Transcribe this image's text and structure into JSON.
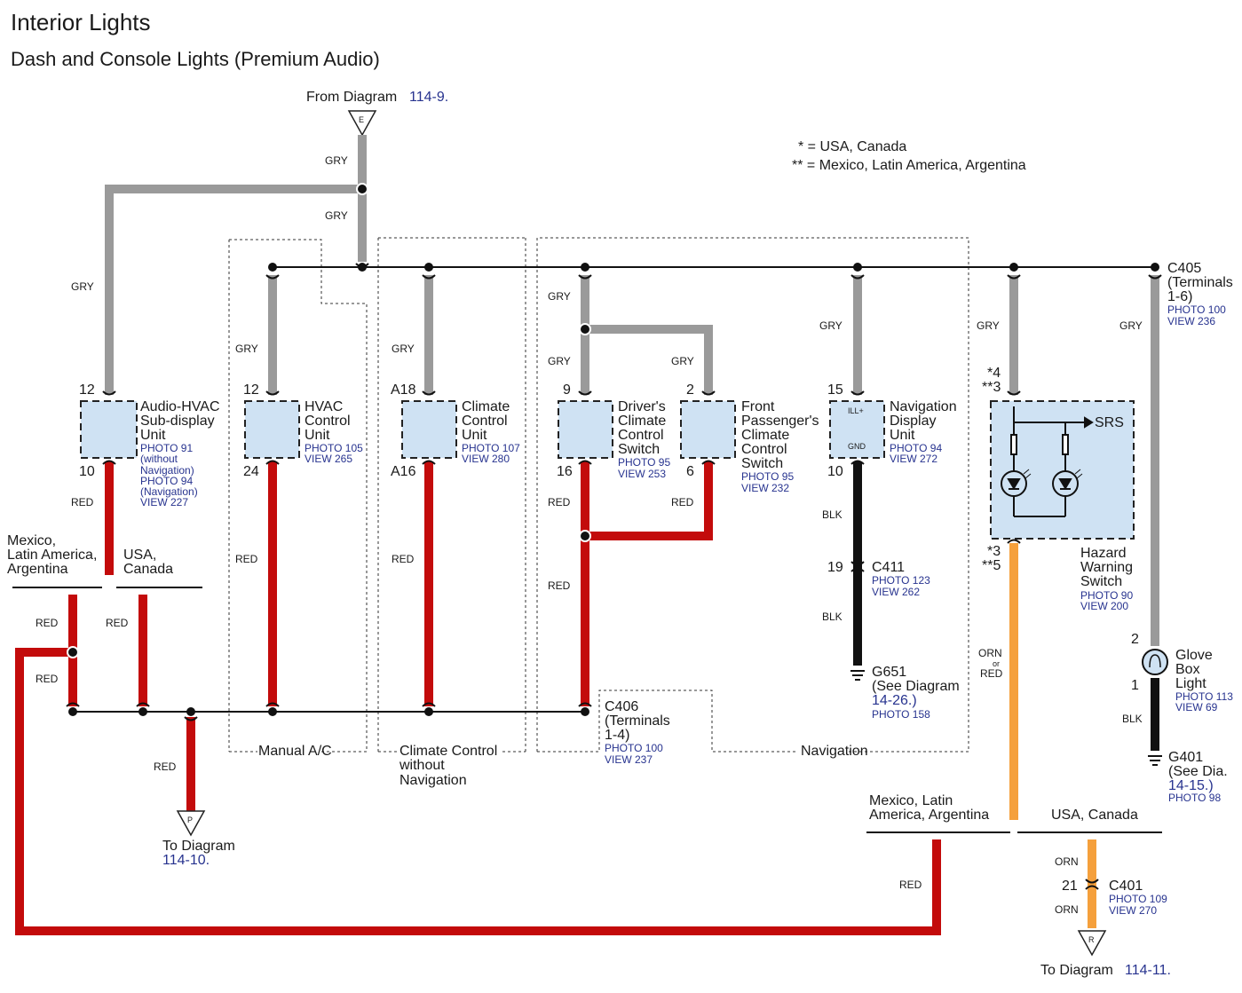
{
  "header": {
    "title": "Interior Lights",
    "subtitle": "Dash and Console Lights (Premium Audio)"
  },
  "notes": {
    "line1": "* = USA, Canada",
    "line2": "** = Mexico, Latin America, Argentina"
  },
  "connectors_offpage": {
    "from_e": {
      "prefix": "From Diagram",
      "link": "114-9.",
      "letter": "E"
    },
    "to_p": {
      "prefix": "To Diagram",
      "link": "114-10.",
      "letter": "P"
    },
    "to_r": {
      "prefix": "To Diagram",
      "link": "114-11.",
      "letter": "R"
    }
  },
  "wire_colors": {
    "gry": "#9a9a9a",
    "red": "#c30b0b",
    "blk": "#111111",
    "orn": "#f5a03c",
    "box_fill": "#cfe2f3",
    "link": "#27338f"
  },
  "wire_labels": {
    "gry": "GRY",
    "red": "RED",
    "blk": "BLK",
    "orn": "ORN",
    "or": "or",
    "orn_or_red_top": "ORN",
    "orn_or_red_bottom": "RED"
  },
  "groups": {
    "manual_ac": "Manual A/C",
    "climate_line1": "Climate Control",
    "climate_line2": "without",
    "climate_line3": "Navigation",
    "navigation": "Navigation",
    "mexico_left_1": "Mexico,",
    "mexico_left_2": "Latin America,",
    "mexico_left_3": "Argentina",
    "usa_left_1": "USA,",
    "usa_left_2": "Canada",
    "mexico_right_1": "Mexico, Latin",
    "mexico_right_2": "America, Argentina",
    "usa_right": "USA, Canada"
  },
  "components": {
    "audio": {
      "l1": "Audio-HVAC",
      "l2": "Sub-display",
      "l3": "Unit",
      "r1": "PHOTO 91",
      "r2": "(without",
      "r3": "Navigation)",
      "r4": "PHOTO 94",
      "r5": "(Navigation)",
      "r6": "VIEW 227",
      "pin_top": "12",
      "pin_bot": "10"
    },
    "hvac": {
      "l1": "HVAC",
      "l2": "Control",
      "l3": "Unit",
      "r1": "PHOTO 105",
      "r2": "VIEW 265",
      "pin_top": "12",
      "pin_bot": "24"
    },
    "climate": {
      "l1": "Climate",
      "l2": "Control",
      "l3": "Unit",
      "r1": "PHOTO 107",
      "r2": "VIEW 280",
      "pin_top": "A18",
      "pin_bot": "A16"
    },
    "driver": {
      "l1": "Driver's",
      "l2": "Climate",
      "l3": "Control",
      "l4": "Switch",
      "r1": "PHOTO 95",
      "r2": "VIEW 253",
      "pin_top": "9",
      "pin_bot": "16"
    },
    "passenger": {
      "l1": "Front",
      "l2": "Passenger's",
      "l3": "Climate",
      "l4": "Control",
      "l5": "Switch",
      "r1": "PHOTO 95",
      "r2": "VIEW 232",
      "pin_top": "2",
      "pin_bot": "6"
    },
    "nav": {
      "l1": "Navigation",
      "l2": "Display",
      "l3": "Unit",
      "r1": "PHOTO 94",
      "r2": "VIEW 272",
      "pin_top": "15",
      "pin_bot": "10",
      "ill": "ILL+",
      "gnd": "GND"
    },
    "hazard": {
      "l1": "Hazard",
      "l2": "Warning",
      "l3": "Switch",
      "r1": "PHOTO 90",
      "r2": "VIEW 200",
      "pin_top1": "*4",
      "pin_top2": "**3",
      "pin_bot1": "*3",
      "pin_bot2": "**5",
      "srs": "SRS"
    },
    "glove": {
      "l1": "Glove",
      "l2": "Box",
      "l3": "Light",
      "r1": "PHOTO 113",
      "r2": "VIEW 69",
      "pin_top": "2",
      "pin_bot": "1"
    }
  },
  "connectors": {
    "c405": {
      "l1": "C405",
      "l2": "(Terminals",
      "l3": "1-6)",
      "r1": "PHOTO 100",
      "r2": "VIEW 236"
    },
    "c406": {
      "l1": "C406",
      "l2": "(Terminals",
      "l3": "1-4)",
      "r1": "PHOTO 100",
      "r2": "VIEW 237"
    },
    "c411": {
      "l1": "C411",
      "r1": "PHOTO 123",
      "r2": "VIEW 262",
      "pin": "19"
    },
    "c401": {
      "l1": "C401",
      "r1": "PHOTO 109",
      "r2": "VIEW 270",
      "pin": "21"
    }
  },
  "grounds": {
    "g651": {
      "l1": "G651",
      "l2": "(See Diagram",
      "link": "14-26.)",
      "r1": "PHOTO 158"
    },
    "g401": {
      "l1": "G401",
      "l2": "(See Dia.",
      "link": "14-15.)",
      "r1": "PHOTO 98"
    }
  }
}
